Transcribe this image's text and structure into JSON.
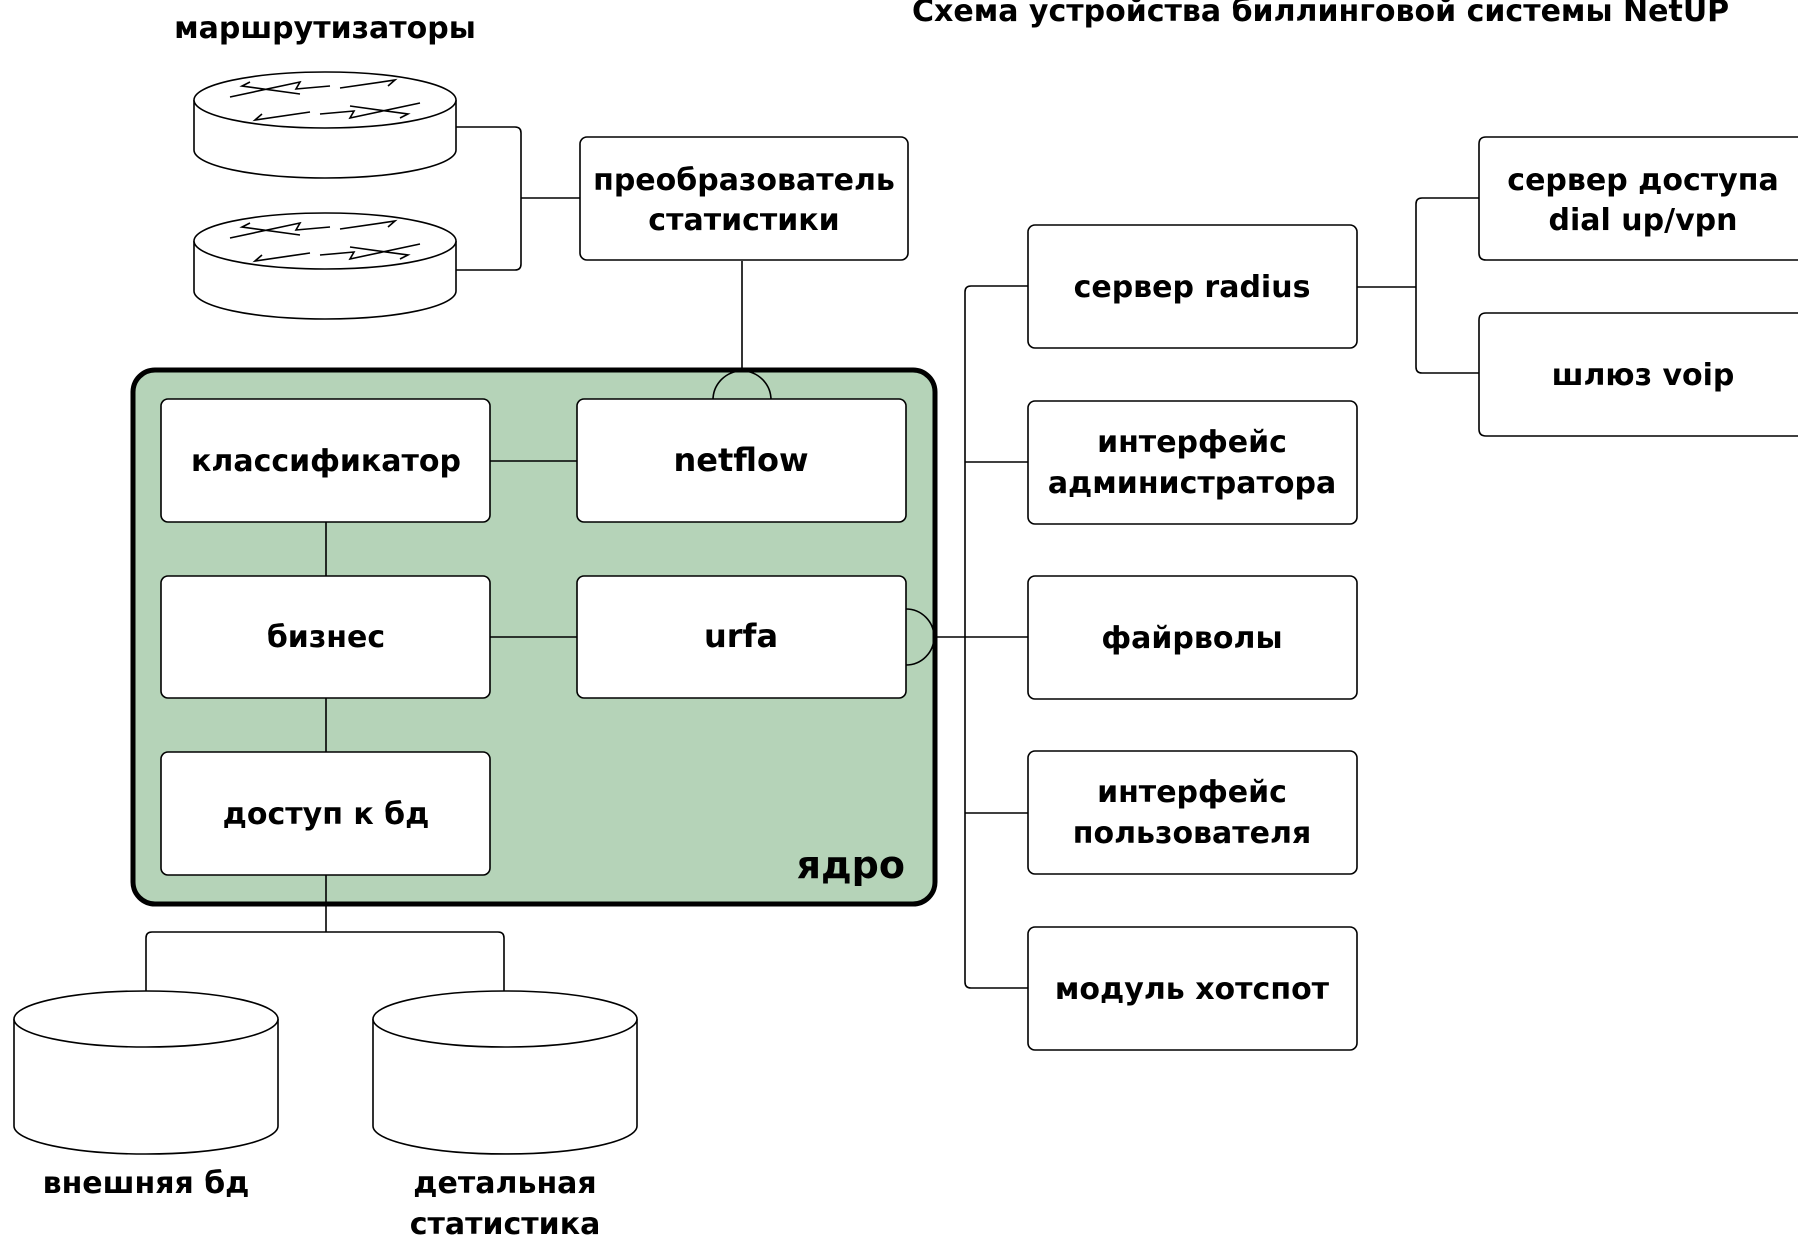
{
  "title": "Схема устройства биллинговой системы NetUP",
  "colors": {
    "core_fill": "#b5d3b8",
    "stroke": "#000000",
    "box_fill": "#ffffff"
  },
  "routers": {
    "label": "маршрутизаторы"
  },
  "converter": {
    "line1": "преобразователь",
    "line2": "статистики"
  },
  "core": {
    "label": "ядро",
    "classifier": "классификатор",
    "netflow": "netflow",
    "business": "бизнес",
    "urfa": "urfa",
    "db_access": "доступ к бд"
  },
  "databases": {
    "external": {
      "line1": "внешняя бд"
    },
    "detailed": {
      "line1": "детальная",
      "line2": "статистика"
    }
  },
  "services": {
    "radius": "сервер radius",
    "admin": {
      "line1": "интерфейс",
      "line2": "администратора"
    },
    "firewalls": "файрволы",
    "user": {
      "line1": "интерфейс",
      "line2": "пользователя"
    },
    "hotspot": "модуль хотспот"
  },
  "access": {
    "dialup": {
      "line1": "сервер доступа",
      "line2": "dial up/vpn"
    },
    "voip": "шлюз voip"
  }
}
